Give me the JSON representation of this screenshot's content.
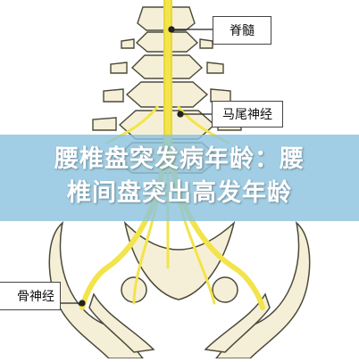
{
  "labels": {
    "spinal_cord": "脊髓",
    "cauda_equina": "马尾神经",
    "sciatic_nerve": "骨神经"
  },
  "banner": {
    "caption": "腰椎盘突发病年龄：腰\n椎间盘突出高发年龄"
  },
  "colors": {
    "nerve": "#f2e44a",
    "bone_fill": "#f6efd7",
    "bone_outline": "#4a4a3a",
    "banner": "#8cc3de"
  }
}
